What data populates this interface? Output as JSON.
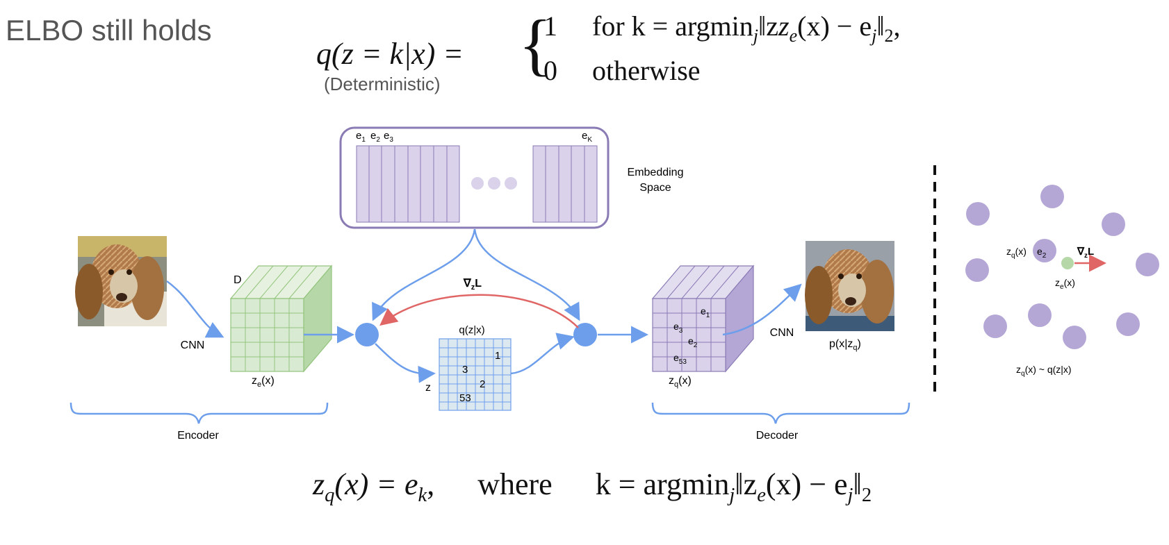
{
  "title": "ELBO still holds",
  "equation_top": {
    "lhs": "q(z = k|x) =",
    "case1_value": "1",
    "case1_cond": "for  k = argmin",
    "case1_tail": "‖z",
    "case1_tail2": "(x) − e",
    "case1_tail3": "‖",
    "case2_value": "0",
    "case2_cond": "otherwise",
    "note": "(Deterministic)"
  },
  "equation_bottom": {
    "lhs": "z",
    "lhs_sub": "q",
    "lhs_rest": "(x) = e",
    "lhs_k": "k",
    "where": "where",
    "rhs": "k = argmin",
    "rhs_sub": "j",
    "rhs_tail": "‖z",
    "rhs_tail_sub": "e",
    "rhs_tail2": "(x) − e",
    "rhs_tail2_sub": "j",
    "rhs_tail3": "‖",
    "rhs_tail3_sub": "2"
  },
  "diagram": {
    "embedding_space_label_1": "Embedding",
    "embedding_space_label_2": "Space",
    "e1": "e",
    "e1_sub": "1",
    "e2": "e",
    "e2_sub": "2",
    "e3": "e",
    "e3_sub": "3",
    "eK": "e",
    "eK_sub": "K",
    "cnn_left": "CNN",
    "cnn_right": "CNN",
    "d_label": "D",
    "ze_label": "z",
    "ze_sub": "e",
    "ze_tail": "(x)",
    "zq_label": "z",
    "zq_sub": "q",
    "zq_tail": "(x)",
    "grad_label": "∇",
    "grad_sub": "z",
    "grad_tail": "L",
    "qzx_label": "q(z|x)",
    "z_label": "z",
    "grid_values": [
      "1",
      "3",
      "2",
      "53"
    ],
    "cube_values": [
      "e",
      "e",
      "e",
      "e"
    ],
    "cube_subs": [
      "1",
      "3",
      "2",
      "53"
    ],
    "pxzq_label": "p(x|z",
    "pxzq_sub": "q",
    "pxzq_tail": ")",
    "encoder_label": "Encoder",
    "decoder_label": "Decoder"
  },
  "right_panel": {
    "zq_label": "z",
    "zq_sub": "q",
    "zq_tail": "(x)",
    "e2": "e",
    "e2_sub": "2",
    "grad": "∇",
    "grad_sub": "z",
    "grad_tail": "L",
    "ze_label": "z",
    "ze_sub": "e",
    "ze_tail": "(x)",
    "dist_label": "z",
    "dist_sub": "q",
    "dist_tail": "(x) ~ q(z|x)"
  },
  "colors": {
    "purple_fill": "#d9d2ea",
    "purple_stroke": "#8a7bb5",
    "green_fill": "#d9ead3",
    "green_stroke": "#93c47d",
    "blue_fill": "#dbe8f0",
    "blue_stroke": "#6d9eeb",
    "arrow_blue": "#6d9eeb",
    "arrow_red": "#e06666",
    "dot_purple": "#b4a7d6",
    "dot_green": "#b6d7a8"
  }
}
